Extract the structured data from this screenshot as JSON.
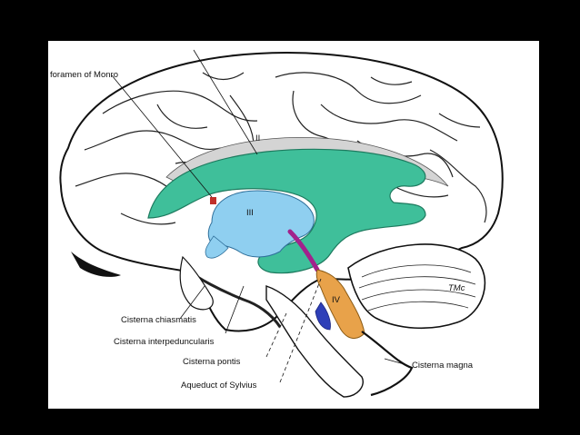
{
  "colors": {
    "background": "#000000",
    "panel": "#ffffff",
    "lateral_ventricle": "#3fbf9a",
    "third_ventricle": "#8fcff0",
    "aqueduct": "#a2228c",
    "fourth_ventricle": "#e8a24a",
    "cistern_blue": "#2e3fb8",
    "foramen_red": "#c0302a"
  },
  "labels": {
    "foramen_of_monro": "foramen of Monro",
    "cisterna_chiasmatis": "Cisterna chiasmatis",
    "cisterna_interpeduncularis": "Cisterna interpeduncularis",
    "cisterna_pontis": "Cisterna pontis",
    "aqueduct_of_sylvius": "Aqueduct of Sylvius",
    "cisterna_magna": "Cisterna magna",
    "ventricle_ii": "II",
    "ventricle_iii": "III",
    "ventricle_iv": "IV",
    "signature": "TMc"
  }
}
